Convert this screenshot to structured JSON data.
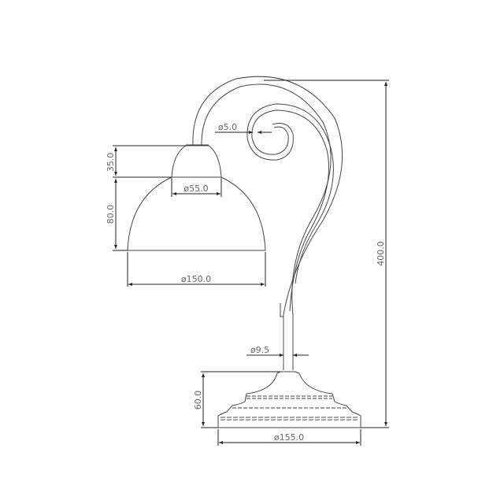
{
  "drawing": {
    "title": "Table lamp dimension drawing",
    "dimensions": {
      "cap_height": "35.0",
      "shade_height": "80.0",
      "cap_diameter": "ø55.0",
      "shade_diameter": "ø150.0",
      "scroll_diameter": "ø5.0",
      "stem_diameter": "ø9.5",
      "base_height": "60.0",
      "base_diameter": "ø155.0",
      "total_height": "400.0"
    },
    "colors": {
      "line": "#444444",
      "text": "#666666"
    }
  }
}
